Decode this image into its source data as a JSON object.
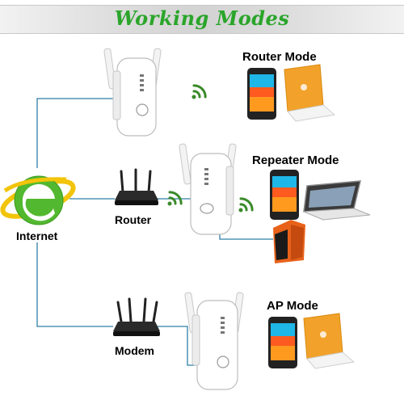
{
  "title": "Working Modes",
  "modes": [
    {
      "label": "Router Mode"
    },
    {
      "label": "Repeater Mode"
    },
    {
      "label": "AP Mode"
    }
  ],
  "devices": {
    "internet": "Internet",
    "router": "Router",
    "modem": "Modem"
  },
  "colors": {
    "title_green": "#2aa52a",
    "link_blue": "#2f7fa8",
    "wifi_green": "#3a8a2a",
    "internet_green": "#52b82f",
    "laptop_orange": "#f2a22a",
    "tower_orange": "#e8621a"
  },
  "icons": [
    "internet-explorer-icon",
    "wifi-signal-icon",
    "router-icon",
    "modem-icon",
    "wifi-extender-icon",
    "smartphone-icon",
    "laptop-icon",
    "convertible-laptop-icon",
    "desktop-tower-icon"
  ]
}
